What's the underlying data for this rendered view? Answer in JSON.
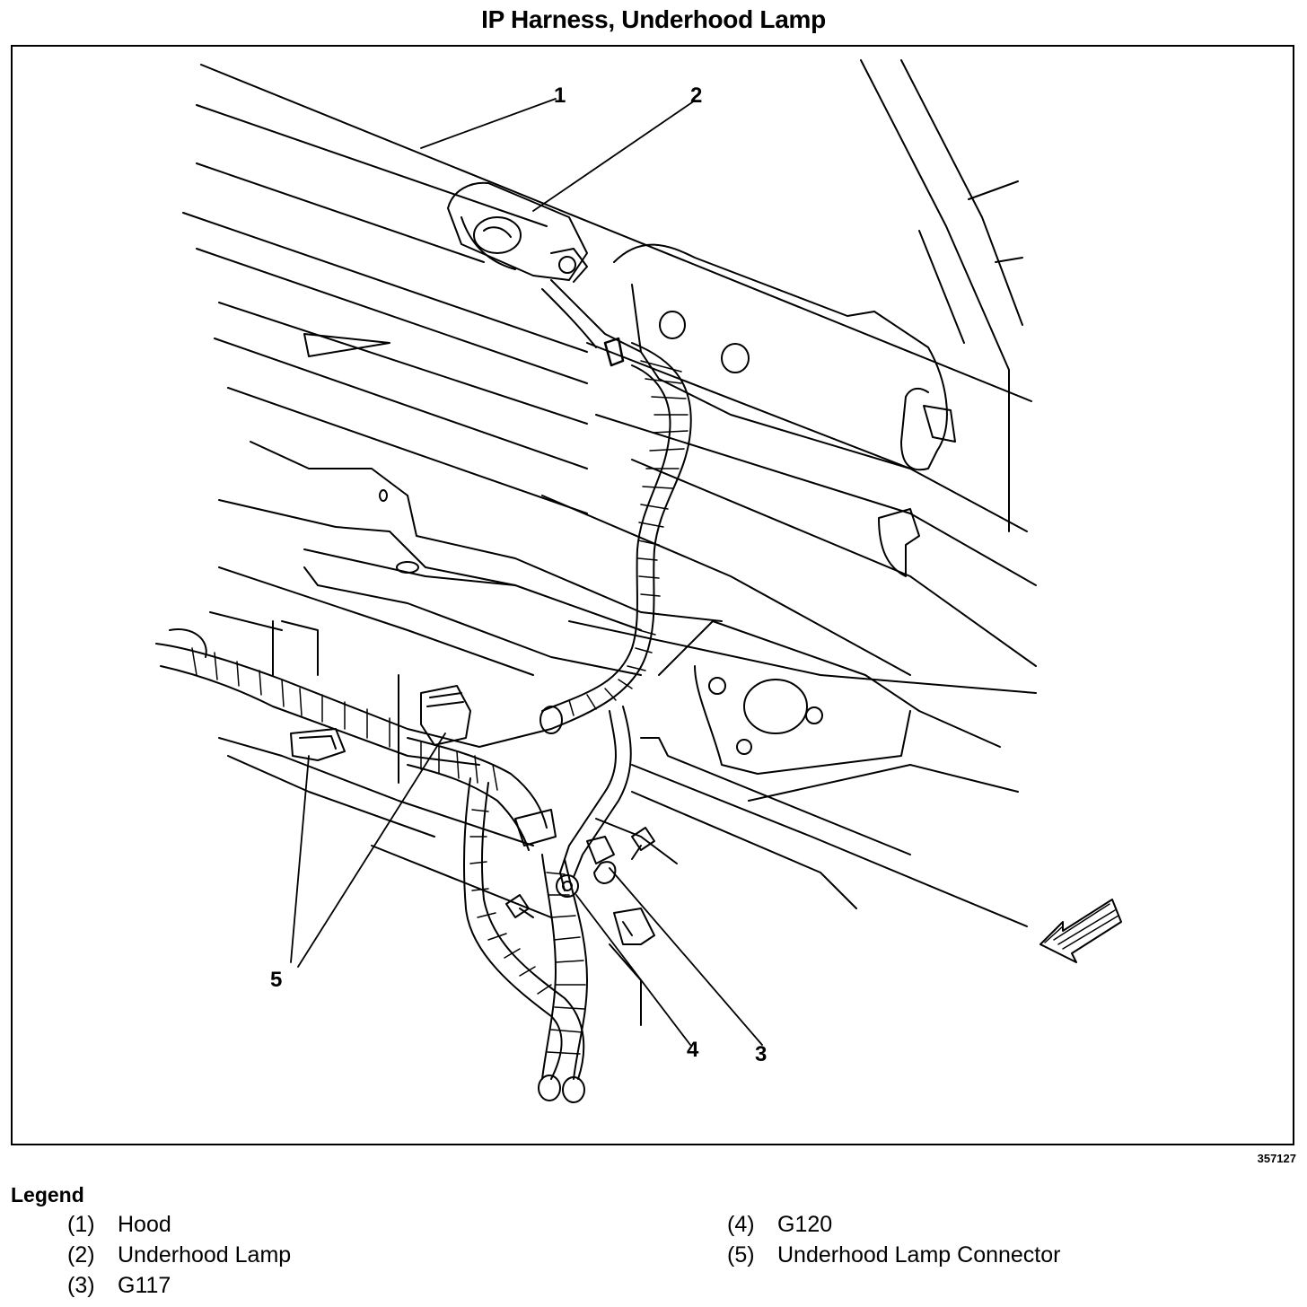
{
  "title": "IP Harness, Underhood Lamp",
  "figure_id": "357127",
  "callouts": [
    "1",
    "2",
    "3",
    "4",
    "5"
  ],
  "legend": {
    "heading": "Legend",
    "items": [
      {
        "num": "(1)",
        "label": "Hood"
      },
      {
        "num": "(2)",
        "label": "Underhood Lamp"
      },
      {
        "num": "(3)",
        "label": "G117"
      },
      {
        "num": "(4)",
        "label": "G120"
      },
      {
        "num": "(5)",
        "label": "Underhood Lamp Connector"
      }
    ]
  },
  "colors": {
    "ink": "#000000",
    "background": "#ffffff"
  },
  "icons": {
    "front_direction": "view-arrow-icon"
  }
}
